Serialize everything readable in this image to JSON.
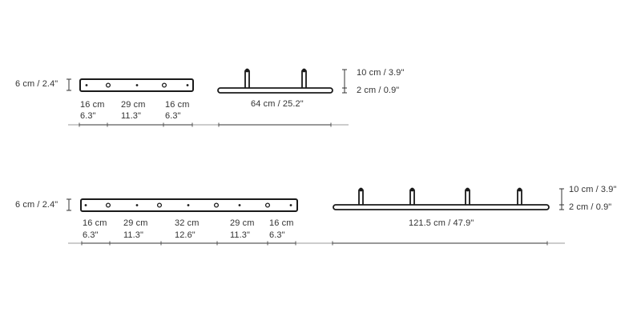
{
  "colors": {
    "stroke": "#1a1a1a",
    "dim_line": "#555555",
    "text": "#333333",
    "background": "#ffffff"
  },
  "small_rack": {
    "wall_plate": {
      "height_label": "6 cm / 2.4\"",
      "segments": [
        {
          "cm": "16 cm",
          "in": "6.3\""
        },
        {
          "cm": "29 cm",
          "in": "11.3\""
        },
        {
          "cm": "16 cm",
          "in": "6.3\""
        }
      ]
    },
    "side_view": {
      "length_label": "64 cm / 25.2\"",
      "peg_height_label": "10 cm / 3.9\"",
      "rail_height_label": "2 cm / 0.9\"",
      "peg_count": 2
    }
  },
  "large_rack": {
    "wall_plate": {
      "height_label": "6 cm / 2.4\"",
      "segments": [
        {
          "cm": "16 cm",
          "in": "6.3\""
        },
        {
          "cm": "29 cm",
          "in": "11.3\""
        },
        {
          "cm": "32 cm",
          "in": "12.6\""
        },
        {
          "cm": "29 cm",
          "in": "11.3\""
        },
        {
          "cm": "16 cm",
          "in": "6.3\""
        }
      ]
    },
    "side_view": {
      "length_label": "121.5 cm / 47.9\"",
      "peg_height_label": "10 cm / 3.9\"",
      "rail_height_label": "2 cm / 0.9\"",
      "peg_count": 4
    }
  }
}
